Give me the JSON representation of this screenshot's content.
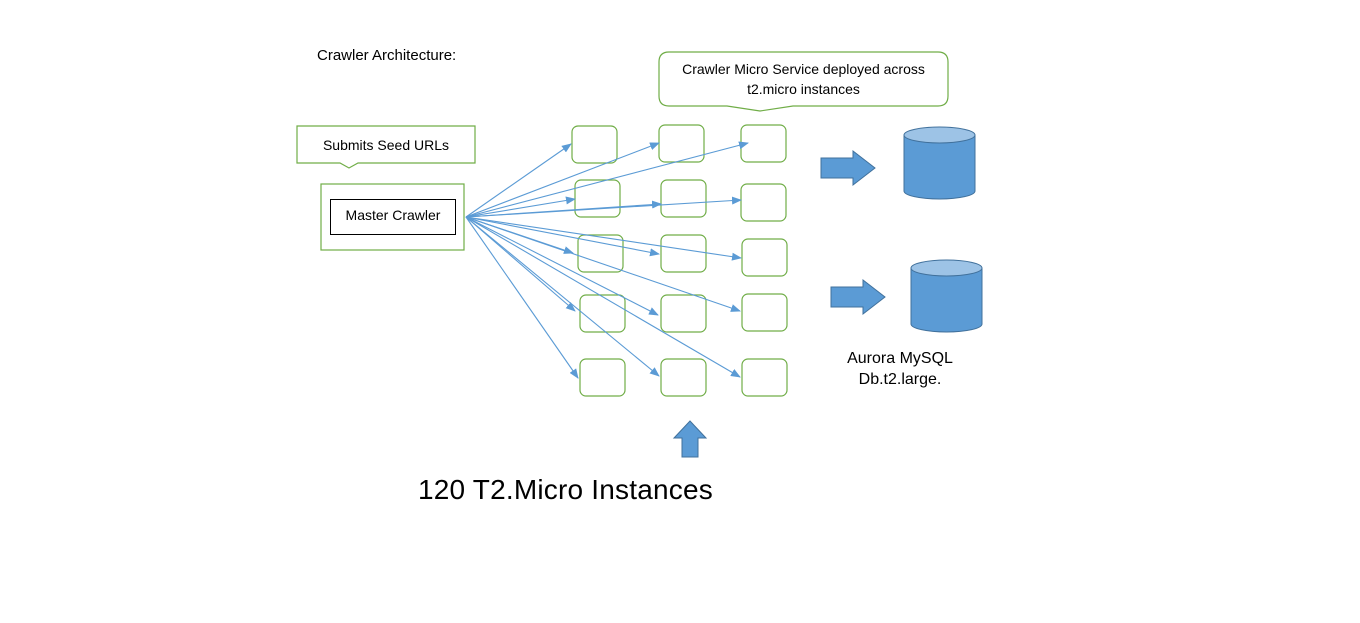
{
  "diagram": {
    "title": "Crawler Architecture:",
    "callouts": {
      "seed": "Submits Seed URLs",
      "microservice_line1": "Crawler Micro Service deployed across",
      "microservice_line2": "t2.micro instances"
    },
    "master": {
      "label": "Master Crawler"
    },
    "instances_label": "120 T2.Micro Instances",
    "database": {
      "line1": "Aurora MySQL",
      "line2": "Db.t2.large.",
      "count": 2
    },
    "instance_grid": {
      "columns": 3,
      "rows": 5
    },
    "colors": {
      "box_border": "#70AD47",
      "arrow": "#5B9BD5",
      "db_fill": "#5B9BD5",
      "db_top": "#9DC3E6",
      "db_stroke": "#41719C"
    }
  }
}
